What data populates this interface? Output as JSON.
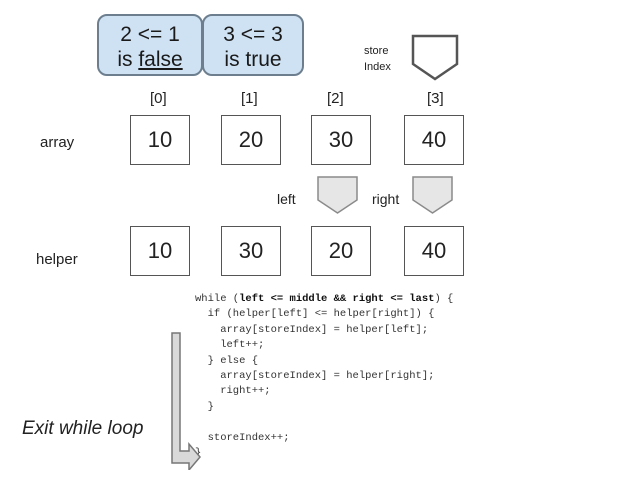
{
  "conditions": [
    {
      "expr": "2 <= 1",
      "prefix": "is ",
      "result_word": "false"
    },
    {
      "expr": "3 <= 3",
      "prefix": "is ",
      "result_word": "true"
    }
  ],
  "store_index": {
    "label_line1": "store",
    "label_line2": "Index"
  },
  "indices": [
    "[0]",
    "[1]",
    "[2]",
    "[3]"
  ],
  "array": {
    "label": "array",
    "values": [
      "10",
      "20",
      "30",
      "40"
    ]
  },
  "helper": {
    "label": "helper",
    "values": [
      "10",
      "30",
      "20",
      "40"
    ]
  },
  "pointers": {
    "left": "left",
    "right": "right"
  },
  "code": {
    "l1_kw": "while (",
    "l1_cond": "left <= middle && right <= last",
    "l1_end": ") {",
    "l2": "  if (helper[left] <= helper[right]) {",
    "l3": "    array[storeIndex] = helper[left];",
    "l4": "    left++;",
    "l5": "  } else {",
    "l6": "    array[storeIndex] = helper[right];",
    "l7": "    right++;",
    "l8": "  }",
    "l9": "",
    "l10": "  storeIndex++;",
    "l11": "}"
  },
  "exit_label": "Exit while loop"
}
